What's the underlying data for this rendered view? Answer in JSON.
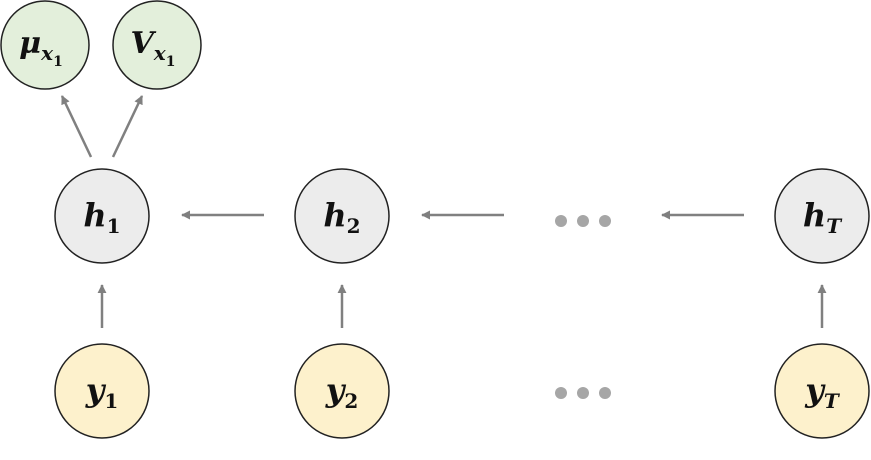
{
  "colors": {
    "hidden_fill": "#ececec",
    "observed_fill": "#fdf1cc",
    "output_fill": "#e3efdb",
    "stroke": "#222222",
    "arrow": "#808080",
    "dots": "#a6a6a6"
  },
  "nodes": {
    "mu": {
      "symbol": "μ",
      "sub": "x",
      "subsub": "1"
    },
    "v": {
      "symbol": "V",
      "sub": "x",
      "subsub": "1"
    },
    "h1": {
      "symbol": "h",
      "sub": "1"
    },
    "h2": {
      "symbol": "h",
      "sub": "2"
    },
    "hT": {
      "symbol": "h",
      "sub": "T"
    },
    "y1": {
      "symbol": "y",
      "sub": "1"
    },
    "y2": {
      "symbol": "y",
      "sub": "2"
    },
    "yT": {
      "symbol": "y",
      "sub": "T"
    }
  },
  "ellipsis": "• • •"
}
